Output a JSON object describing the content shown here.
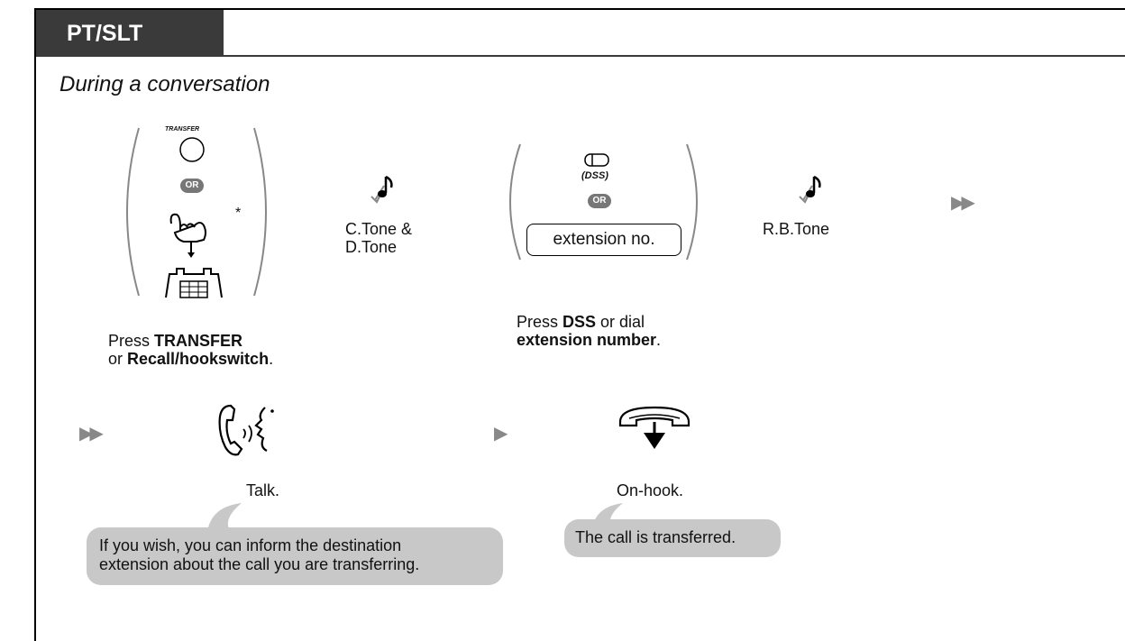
{
  "header": {
    "tab_label": "PT/SLT",
    "subtitle": "During a conversation"
  },
  "step1": {
    "transfer_label": "TRANSFER",
    "or_label": "OR",
    "asterisk": "*",
    "desc_plain1": "Press ",
    "desc_bold1": "TRANSFER",
    "desc_plain2": "or ",
    "desc_bold2": "Recall/hookswitch",
    "desc_plain3": "."
  },
  "tone1": {
    "line1": "C.Tone &",
    "line2": "D.Tone"
  },
  "step2": {
    "dss_label": "(DSS)",
    "or_label": "OR",
    "ext_box": "extension no.",
    "desc_plain1": "Press ",
    "desc_bold1": "DSS",
    "desc_plain2": " or dial",
    "desc_bold2": "extension number",
    "desc_plain3": "."
  },
  "tone2": {
    "line1": "R.B.Tone"
  },
  "arrows": {
    "next_double": "▶▶",
    "cont_double": "▶▶",
    "single": "▶"
  },
  "talk": {
    "label": "Talk.",
    "callout_line1": "If you wish, you can inform the destination",
    "callout_line2": "extension about the call you are transferring."
  },
  "onhook": {
    "label": "On-hook.",
    "callout": "The call is transferred."
  },
  "icons": [
    "transfer-button-icon",
    "finger-press-icon",
    "phone-cradle-icon",
    "music-note-icon",
    "dss-button-icon",
    "talking-handset-icon",
    "hang-up-icon"
  ]
}
